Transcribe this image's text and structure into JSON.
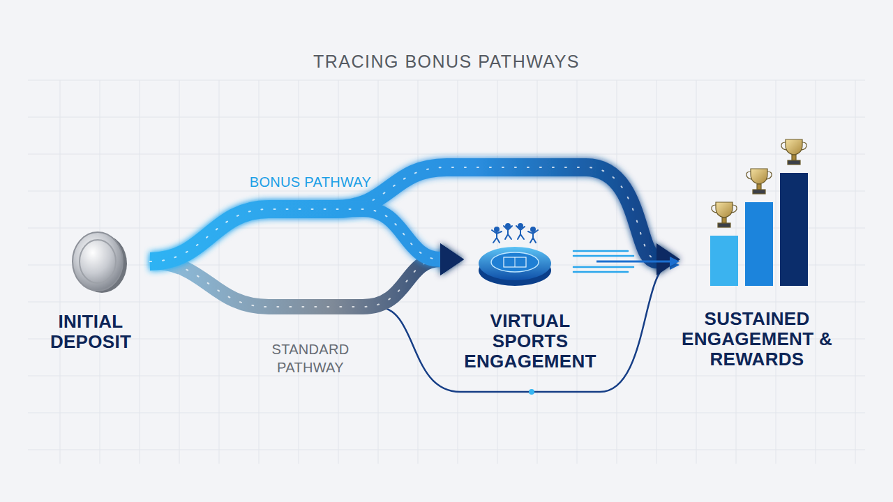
{
  "diagram": {
    "title": "TRACING BONUS PATHWAYS",
    "nodes": [
      {
        "text": [
          "INITIAL DEPOSIT"
        ]
      },
      {
        "text": [
          "VIRTUAL SPORTS ENGAGEMENT"
        ]
      },
      {
        "text": [
          "SUSTAINED ENGAGEMENT & REWARDS"
        ]
      }
    ],
    "edges": [
      {
        "from": 0,
        "to": 2,
        "arrow": "to",
        "label": "BONUS PATHWAY"
      },
      {
        "from": 0,
        "to": 1,
        "arrow": "to"
      },
      {
        "from": 0,
        "to": 1,
        "arrow": "to",
        "label": "STANDARD PATHWAY"
      },
      {
        "from": 0,
        "to": 2,
        "arrow": "to"
      },
      {
        "from": 1,
        "to": 2,
        "arrow": "to"
      }
    ]
  }
}
